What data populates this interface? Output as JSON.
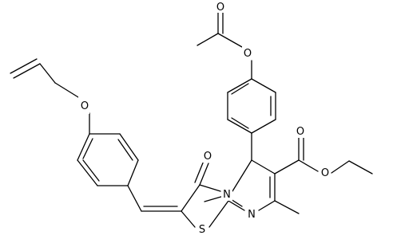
{
  "molecule": {
    "atoms": {
      "o_acetyl_carbonyl": "O",
      "o_acetyl_ester": "O",
      "o_allyloxy": "O",
      "o_ring_carbonyl": "O",
      "o_ester_carbonyl": "O",
      "o_ester_alkoxy": "O",
      "n_ring": "N",
      "n_ring_lower": "N",
      "s_ring": "S"
    }
  }
}
